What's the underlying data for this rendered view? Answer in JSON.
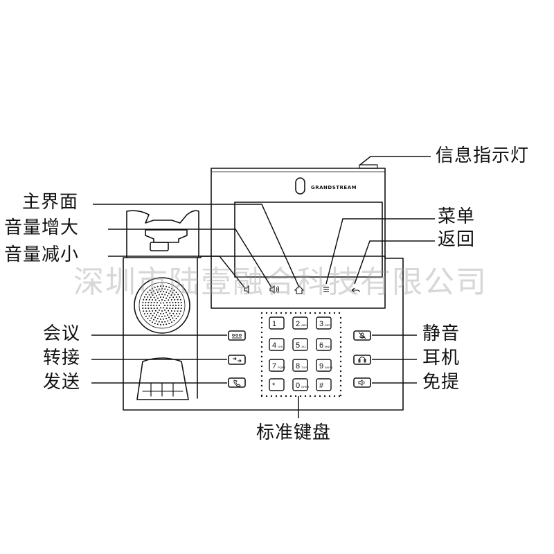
{
  "callouts": {
    "indicator_light": "信息指示灯",
    "home": "主界面",
    "volume_up": "音量增大",
    "volume_down": "音量减小",
    "menu": "菜单",
    "back": "返回",
    "conference": "会议",
    "transfer": "转接",
    "send": "发送",
    "mute": "静音",
    "headset": "耳机",
    "speaker": "免提",
    "keypad": "标准键盘"
  },
  "brand": "GRANDSTREAM",
  "watermark": "深圳市陆壹融合科技有限公司",
  "keypad": [
    {
      "num": "1",
      "sub": ""
    },
    {
      "num": "2",
      "sub": "ABC"
    },
    {
      "num": "3",
      "sub": "DEF"
    },
    {
      "num": "4",
      "sub": "GHI"
    },
    {
      "num": "5",
      "sub": "JKL"
    },
    {
      "num": "6",
      "sub": "MNO"
    },
    {
      "num": "7",
      "sub": "PQRS"
    },
    {
      "num": "8",
      "sub": "TUV"
    },
    {
      "num": "9",
      "sub": "WXYZ"
    },
    {
      "num": "*",
      "sub": ""
    },
    {
      "num": "0",
      "sub": "OPER"
    },
    {
      "num": "#",
      "sub": ""
    }
  ],
  "screen_softkeys": [
    "volume-down-icon",
    "volume-up-icon",
    "home-icon",
    "menu-icon",
    "back-icon"
  ],
  "left_buttons": [
    "conference-icon",
    "transfer-icon",
    "send-icon"
  ],
  "right_buttons": [
    "mute-icon",
    "headset-icon",
    "speaker-icon"
  ],
  "colors": {
    "line": "#111111",
    "watermark": "#969696"
  }
}
